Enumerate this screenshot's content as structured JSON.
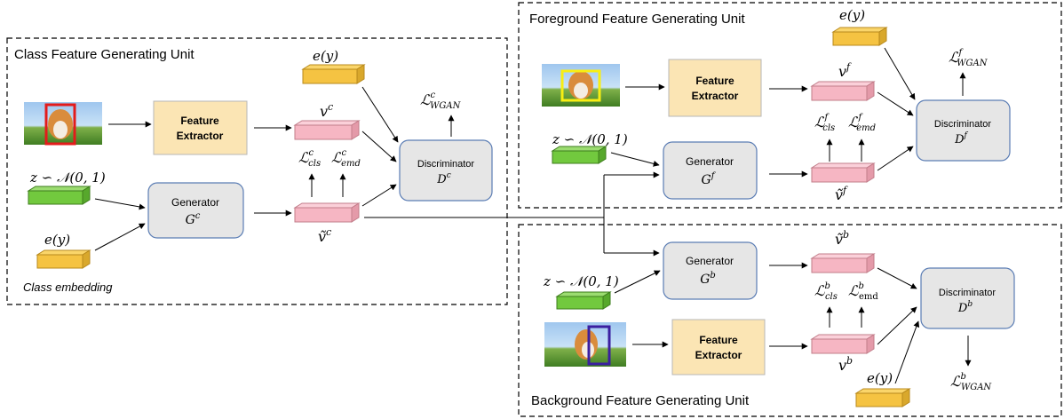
{
  "colors": {
    "feature_extractor_fill": "#fbe5b4",
    "generator_fill": "#e6e6e6",
    "generator_stroke": "#5b7db4",
    "vector_pink": "#f6b6c3",
    "vector_pink_dark": "#c27d8a",
    "vector_green": "#72c93e",
    "vector_green_dark": "#3d7d1c",
    "vector_yellow": "#f5c342",
    "vector_yellow_dark": "#b8891c",
    "bbox_red": "#e31b1b",
    "bbox_yellow": "#f8ee12",
    "bbox_purple": "#3b1fa0"
  },
  "class_unit": {
    "title": "Class Feature Generating Unit",
    "feature_extractor": [
      "Feature",
      "Extractor"
    ],
    "generator": {
      "name": "Generator",
      "symbol_base": "G",
      "symbol_sup": "c"
    },
    "discriminator": {
      "name": "Discriminator",
      "symbol_base": "D",
      "symbol_sup": "c"
    },
    "noise": "z ∽ 𝒩(0, 1)",
    "embedding": "e(y)",
    "embedding_caption": "Class embedding",
    "real_feature": {
      "base": "v",
      "sup": "c"
    },
    "gen_feature": {
      "base": "ṽ",
      "sup": "c"
    },
    "loss_cls": {
      "base": "ℒ",
      "sup": "c",
      "sub": "cls"
    },
    "loss_emd": {
      "base": "ℒ",
      "sup": "c",
      "sub": "emd"
    },
    "loss_wgan": {
      "base": "ℒ",
      "sup": "c",
      "sub": "WGAN"
    }
  },
  "fg_unit": {
    "title": "Foreground Feature Generating Unit",
    "feature_extractor": [
      "Feature",
      "Extractor"
    ],
    "generator": {
      "name": "Generator",
      "symbol_base": "G",
      "symbol_sup": "f"
    },
    "discriminator": {
      "name": "Discriminator",
      "symbol_base": "D",
      "symbol_sup": "f"
    },
    "noise": "z ∽ 𝒩(0, 1)",
    "embedding": "e(y)",
    "real_feature": {
      "base": "v",
      "sup": "f"
    },
    "gen_feature": {
      "base": "ṽ",
      "sup": "f"
    },
    "loss_cls": {
      "base": "ℒ",
      "sup": "f",
      "sub": "cls"
    },
    "loss_emd": {
      "base": "ℒ",
      "sup": "f",
      "sub": "emd"
    },
    "loss_wgan": {
      "base": "ℒ",
      "sup": "f",
      "sub": "WGAN"
    }
  },
  "bg_unit": {
    "title": "Background Feature Generating Unit",
    "feature_extractor": [
      "Feature",
      "Extractor"
    ],
    "generator": {
      "name": "Generator",
      "symbol_base": "G",
      "symbol_sup": "b"
    },
    "discriminator": {
      "name": "Discriminator",
      "symbol_base": "D",
      "symbol_sup": "b"
    },
    "noise": "z ∽ 𝒩(0, 1)",
    "embedding": "e(y)",
    "real_feature": {
      "base": "v",
      "sup": "b"
    },
    "gen_feature": {
      "base": "ṽ",
      "sup": "b"
    },
    "loss_cls": {
      "base": "ℒ",
      "sup": "b",
      "sub": "cls"
    },
    "loss_emd": {
      "base": "ℒ",
      "sup": "b",
      "sub": "emd"
    },
    "loss_wgan": {
      "base": "ℒ",
      "sup": "b",
      "sub": "WGAN"
    }
  }
}
